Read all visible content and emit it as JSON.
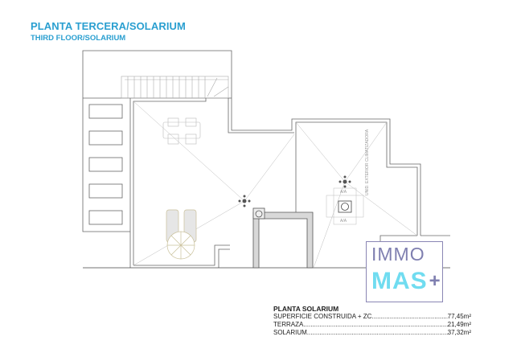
{
  "header": {
    "title": "PLANTA TERCERA/SOLARIUM",
    "subtitle": "THIRD FLOOR/SOLARIUM"
  },
  "plan": {
    "ac_label": "A/A",
    "outdoor_unit_label": "UNID. EXTERIOR CLIMATIZADORA"
  },
  "areas": {
    "heading": "PLANTA SOLARIUM",
    "rows": [
      {
        "label": "SUPERFICIE CONSTRUIDA + ZC",
        "value": "77,45m²"
      },
      {
        "label": "TERRAZA",
        "value": "21,49m²"
      },
      {
        "label": "SOLARIUM",
        "value": "37,32m²"
      }
    ]
  },
  "watermark": {
    "line1": "IMMO",
    "line2": "MAS",
    "symbol": "+",
    "colors": {
      "purple": "#7f7fb0",
      "cyan": "#70dcf0"
    }
  },
  "colors": {
    "title": "#2a9fd0",
    "wall": "#555555",
    "wall_fill": "#d8d8d8"
  }
}
